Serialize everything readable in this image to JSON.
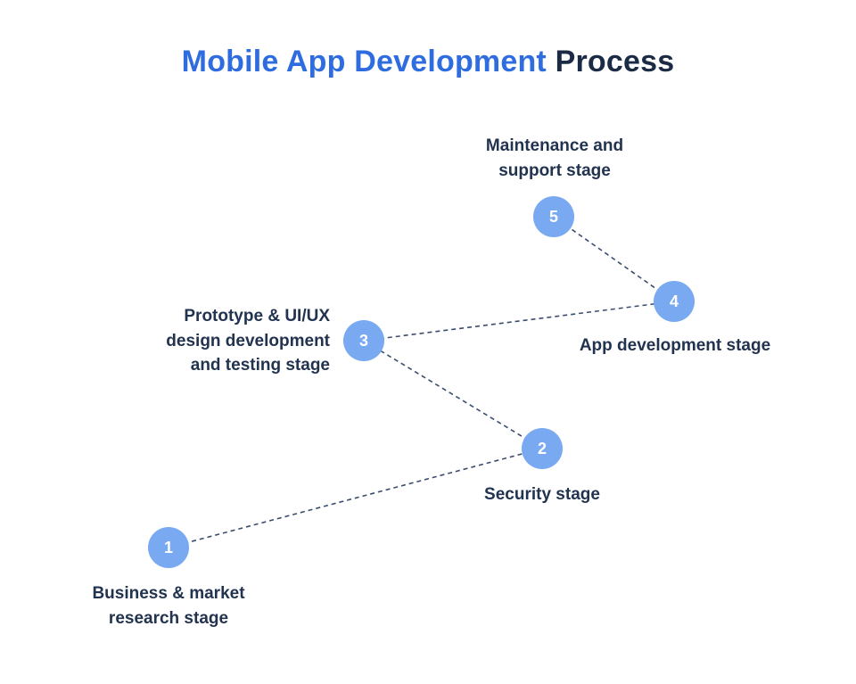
{
  "title": {
    "highlight": "Mobile App Development",
    "rest": " Process"
  },
  "colors": {
    "title_highlight": "#2e6cdf",
    "title_rest": "#1b2b45",
    "circle_fill": "#78a9f1",
    "circle_number": "#ffffff",
    "label_text": "#223350",
    "connector": "#3b4d6e",
    "background": "#ffffff"
  },
  "stages": [
    {
      "number": "1",
      "label_lines": [
        "Business & market",
        "research stage"
      ]
    },
    {
      "number": "2",
      "label_lines": [
        "Security stage"
      ]
    },
    {
      "number": "3",
      "label_lines": [
        "Prototype & UI/UX",
        "design development",
        "and testing stage"
      ]
    },
    {
      "number": "4",
      "label_lines": [
        "App development stage"
      ]
    },
    {
      "number": "5",
      "label_lines": [
        "Maintenance and",
        "support stage"
      ]
    }
  ],
  "connections": [
    {
      "from": "1",
      "to": "2"
    },
    {
      "from": "2",
      "to": "3"
    },
    {
      "from": "3",
      "to": "4"
    },
    {
      "from": "4",
      "to": "5"
    }
  ]
}
